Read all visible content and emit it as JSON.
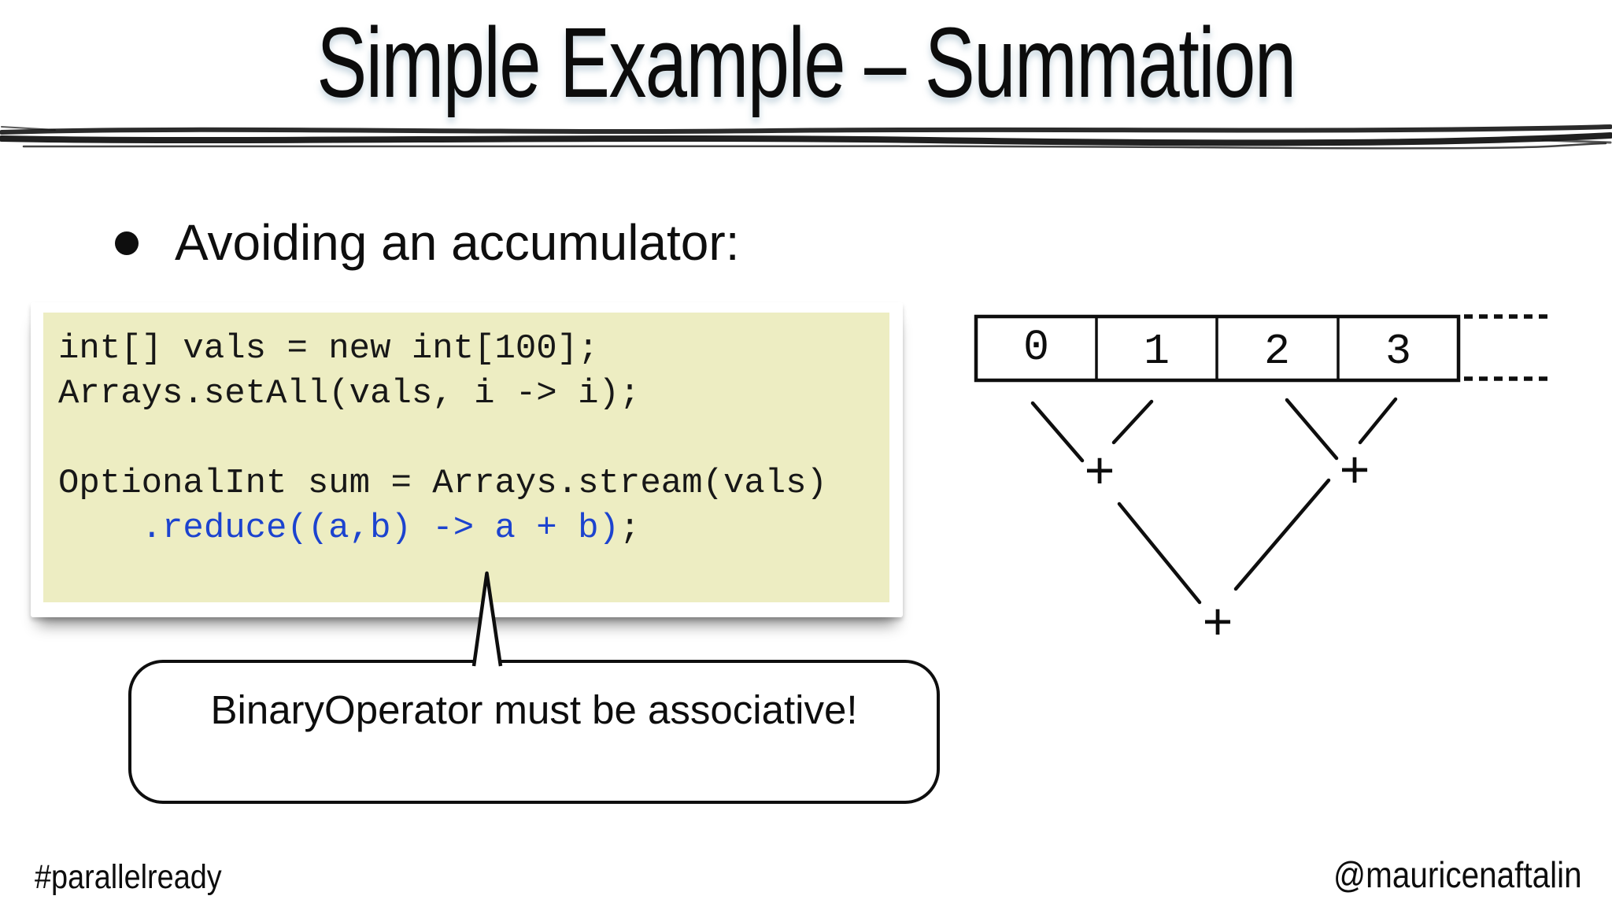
{
  "slide": {
    "title": "Simple Example – Summation",
    "bullet": "Avoiding an accumulator:",
    "footer_left": "#parallelready",
    "footer_right": "@mauricenaftalin"
  },
  "code_box": {
    "line1": "int[] vals = new int[100];",
    "line2": "Arrays.setAll(vals, i -> i);",
    "line3": "",
    "line4": "OptionalInt sum = Arrays.stream(vals)",
    "line5_indent": "    ",
    "line5_blue": ".reduce((a,b) -> a + b)",
    "line5_end": ";"
  },
  "callout": {
    "text": "BinaryOperator must be associative!"
  },
  "diagram": {
    "array_cells": [
      "0",
      "1",
      "2",
      "3"
    ],
    "plus_label": "+"
  },
  "colors": {
    "code_bg": "#ededc2",
    "code_blue": "#1c43cf",
    "ink": "#111111"
  }
}
